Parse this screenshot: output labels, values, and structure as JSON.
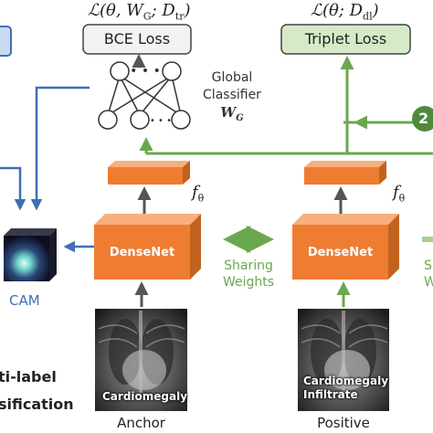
{
  "top_loss_bce_formula": "ℒ(θ, W",
  "top_loss_bce_formula_rest": "; D",
  "top_loss_bce_formula_sub_g": "G",
  "top_loss_bce_formula_sub_tr": "tr",
  "top_loss_triplet_formula": "ℒ(θ; D",
  "top_loss_triplet_formula_sub": "dl",
  "bce_loss_label": "BCE Loss",
  "triplet_loss_label": "Triplet Loss",
  "classifier": {
    "line1": "Global",
    "line2": "Classifier",
    "weight_symbol": "W",
    "weight_sub": "G"
  },
  "step_badge": "2",
  "feature_symbol": "f",
  "feature_sub": "θ",
  "densenet_label": "DenseNet",
  "sharing": {
    "line1": "Sharing",
    "line2": "Weights"
  },
  "cam_label": "CAM",
  "left_partial": {
    "line1": "ti-label",
    "line2": "sification"
  },
  "anchor": {
    "caption": "Anchor",
    "findings": [
      "Cardiomegaly"
    ]
  },
  "positive": {
    "caption": "Positive",
    "findings": [
      "Cardiomegaly",
      "Infiltrate"
    ]
  },
  "right_partial": {
    "line1": "S",
    "line2": "W"
  },
  "colors": {
    "blue": "#3f6fb6",
    "green": "#6aa84f",
    "orange": "#ee7d31",
    "gray_arrow": "#555555",
    "triplet_fill": "#d5ebc8",
    "bce_fill": "#f2f2f2"
  }
}
